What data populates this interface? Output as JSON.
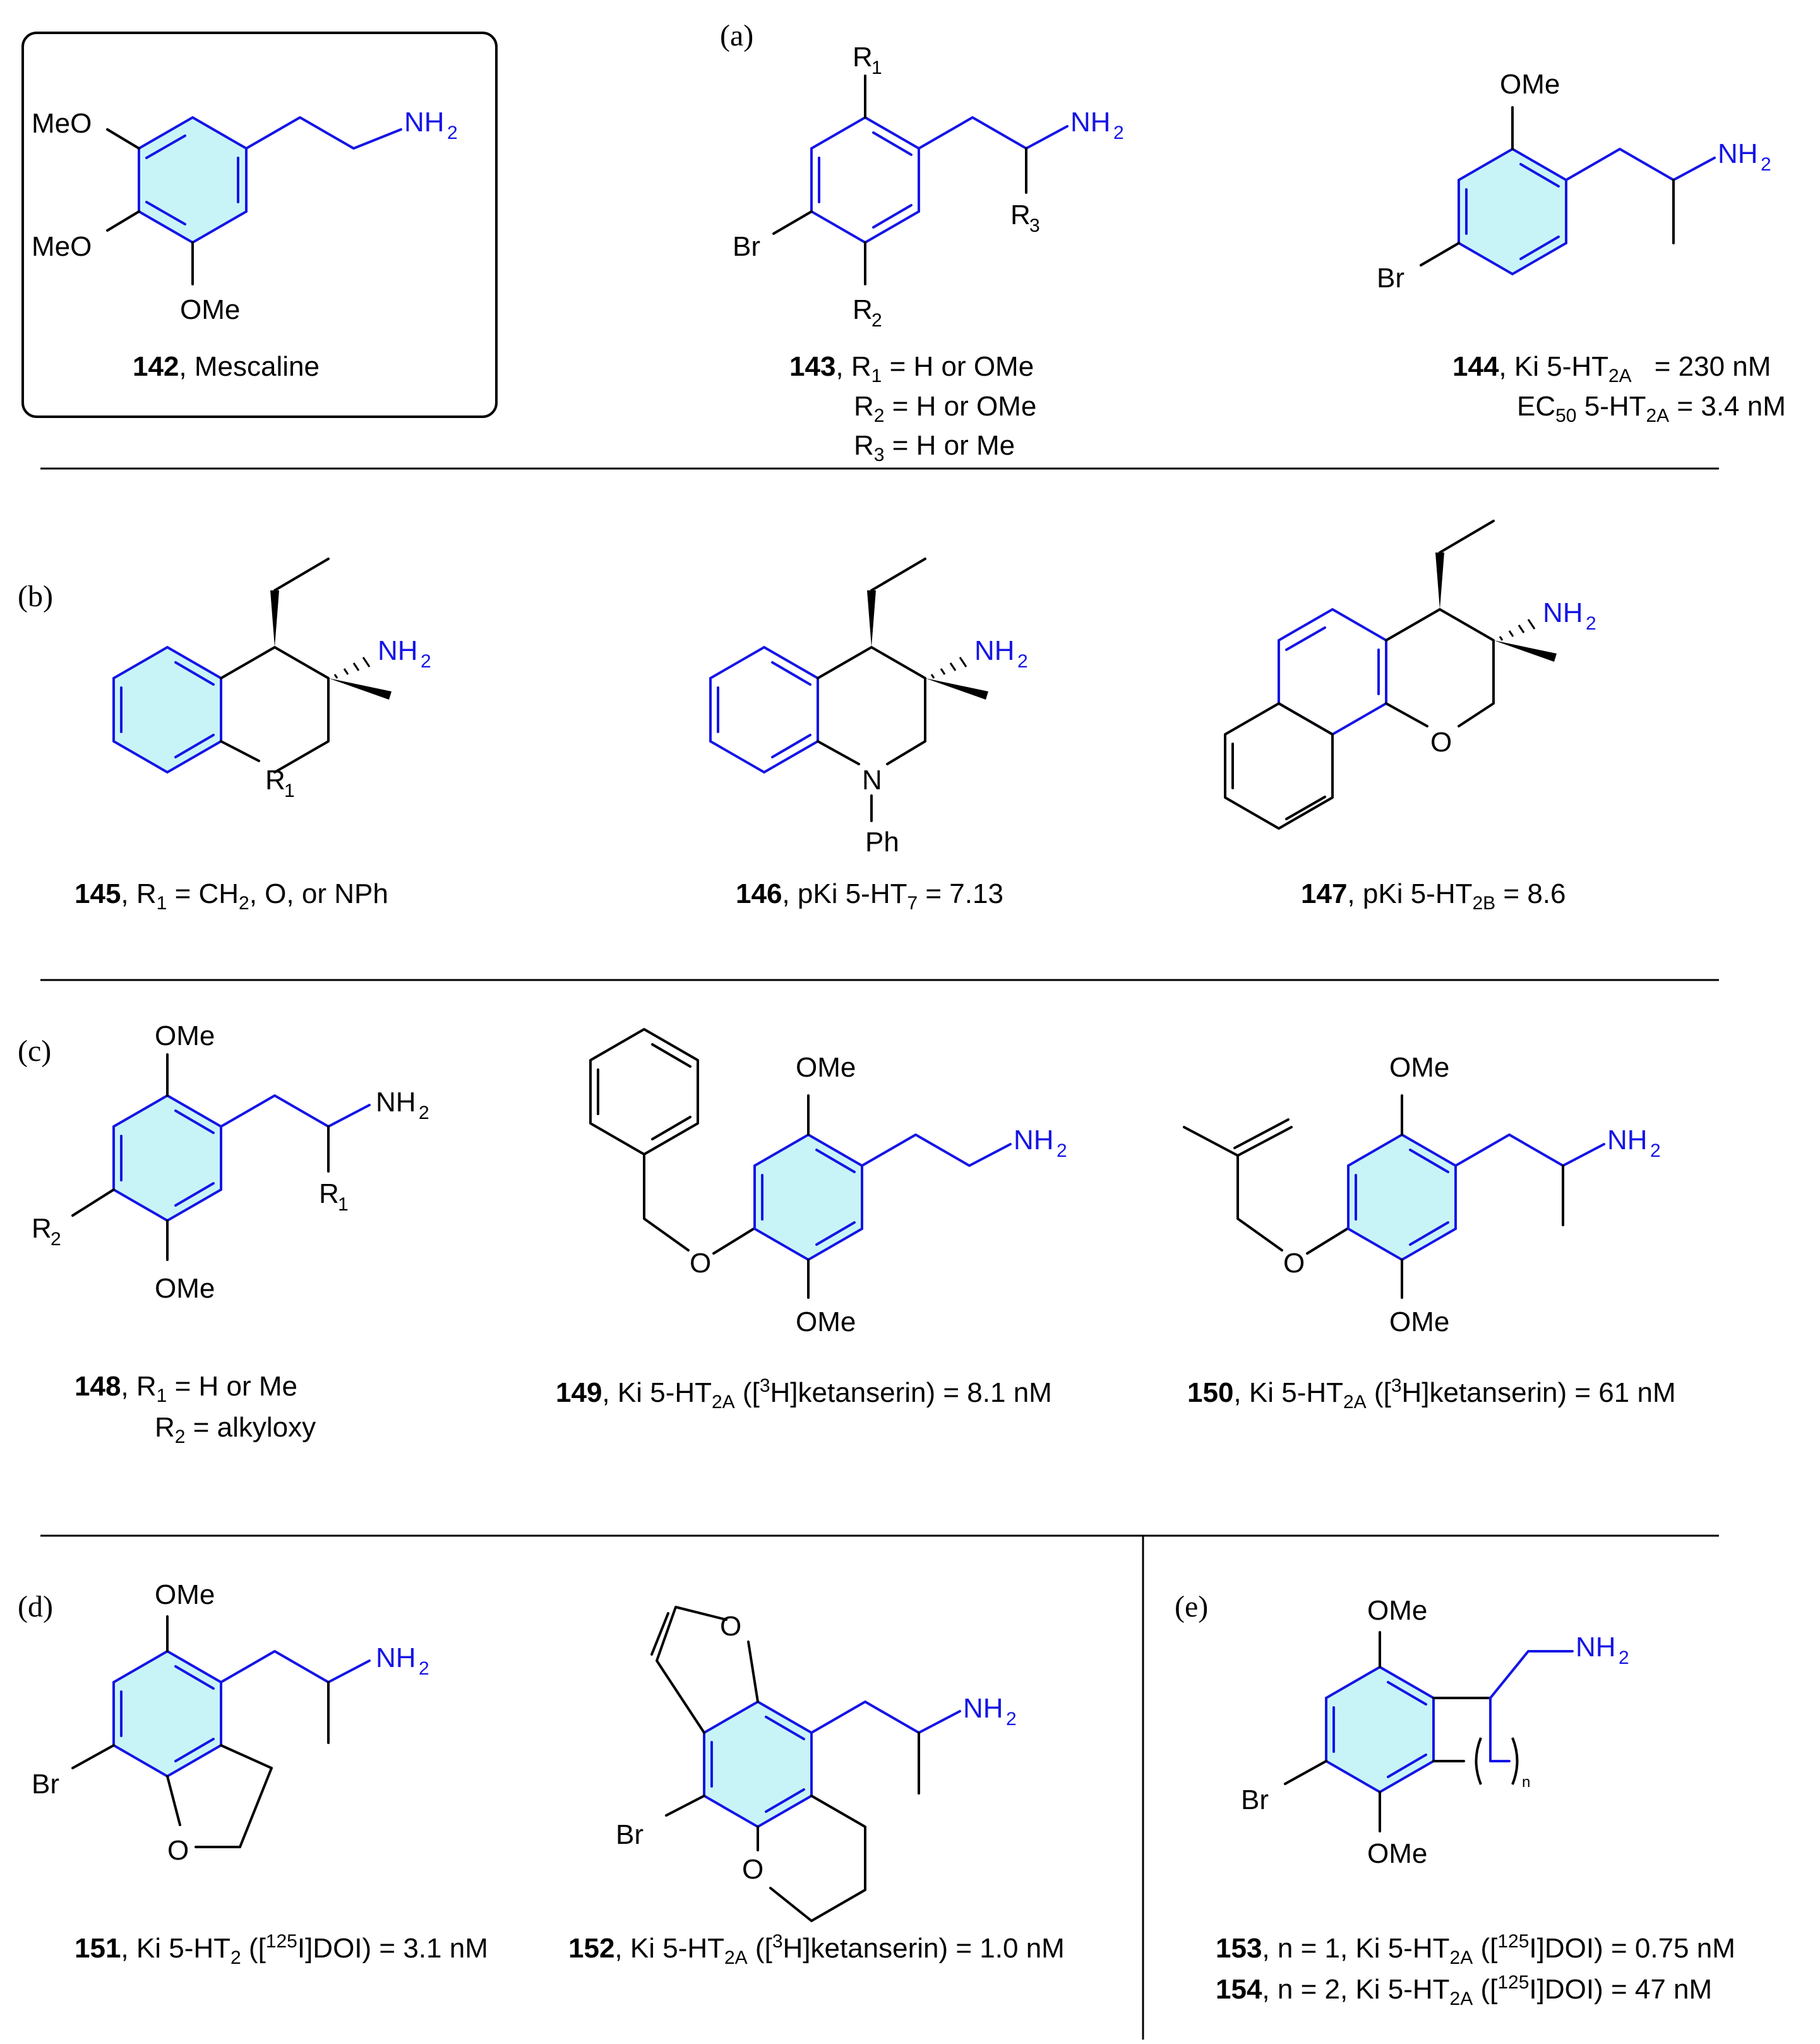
{
  "sections": {
    "a": "(a)",
    "b": "(b)",
    "c": "(c)",
    "d": "(d)",
    "e": "(e)"
  },
  "atoms": {
    "MeO": "MeO",
    "OMe": "OMe",
    "NH": "NH",
    "two": "2",
    "Br": "Br",
    "O": "O",
    "N": "N",
    "Ph": "Ph",
    "R": "R",
    "one": "1",
    "three": "3"
  },
  "c142": {
    "num": "142",
    "rest": ", Mescaline"
  },
  "c143": {
    "num": "143",
    "l1": ", R",
    "l1b": " = H or OMe",
    "l2": "R",
    "l2b": " = H or OMe",
    "l3": "R",
    "l3b": " = H or Me"
  },
  "c144": {
    "num": "144",
    "l1": ", Ki 5-HT",
    "l1sub": "2A",
    "l1val": "= 230 nM",
    "l2": "EC",
    "l2sub": "50",
    "l2b": " 5-HT",
    "l2sub2": "2A",
    "l2val": " = 3.4 nM"
  },
  "c145": {
    "num": "145",
    "t1": ", R",
    "t2": " = CH",
    "t3": ", O, or NPh"
  },
  "c146": {
    "num": "146",
    "t1": ", pKi 5-HT",
    "sub": "7",
    "t2": " = 7.13"
  },
  "c147": {
    "num": "147",
    "t1": ", pKi 5-HT",
    "sub": "2B",
    "t2": " = 8.6"
  },
  "c148": {
    "num": "148",
    "l1": ", R",
    "l1b": " = H or Me",
    "l2": "R",
    "l2b": " = alkyloxy"
  },
  "c149": {
    "num": "149",
    "t1": ", Ki 5-HT",
    "sub": "2A",
    "t2": " ([",
    "sup": "3",
    "t3": "H]ketanserin) = 8.1 nM"
  },
  "c150": {
    "num": "150",
    "t1": ", Ki 5-HT",
    "sub": "2A",
    "t2": " ([",
    "sup": "3",
    "t3": "H]ketanserin) = 61 nM"
  },
  "c151": {
    "num": "151",
    "t1": ", Ki 5-HT",
    "sub": "2",
    "t2": " ([",
    "sup": "125",
    "t3": "I]DOI) = 3.1 nM"
  },
  "c152": {
    "num": "152",
    "t1": ", Ki 5-HT",
    "sub": "2A",
    "t2": " ([",
    "sup": "3",
    "t3": "H]ketanserin) = 1.0 nM"
  },
  "c153": {
    "num": "153",
    "t1": ", n = 1, Ki 5-HT",
    "sub": "2A",
    "t2": " ([",
    "sup": "125",
    "t3": "I]DOI) = 0.75 nM"
  },
  "c154": {
    "num": "154",
    "t1": ", n = 2, Ki 5-HT",
    "sub": "2A",
    "t2": " ([",
    "sup": "125",
    "t3": "I]DOI) = 47 nM"
  },
  "n_label": "n",
  "colors": {
    "scaffold": "#1515e6",
    "ring_fill": "#c8f4f7",
    "bonds": "#000000"
  }
}
